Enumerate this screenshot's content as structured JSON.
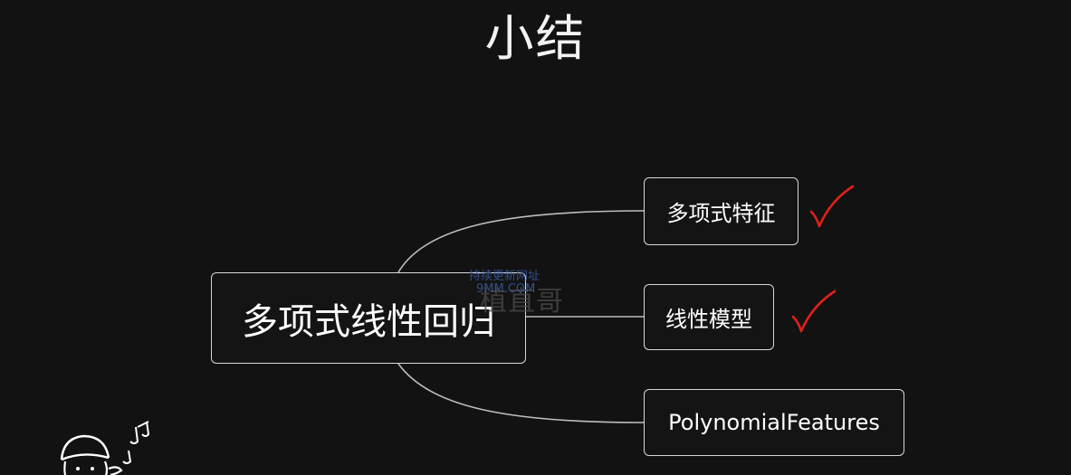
{
  "title": "小结",
  "mindmap": {
    "root": "多项式线性回归",
    "children": [
      {
        "label": "多项式特征",
        "checked": true
      },
      {
        "label": "线性模型",
        "checked": true
      },
      {
        "label": "PolynomialFeatures",
        "checked": false
      }
    ]
  },
  "watermark": {
    "line1": "持续更新网址",
    "line2": "9MM.COM",
    "main": "植直哥"
  },
  "colors": {
    "background": "#121212",
    "node_border": "#d8d8d8",
    "connector": "#bdbdbd",
    "check": "#e0201b"
  }
}
